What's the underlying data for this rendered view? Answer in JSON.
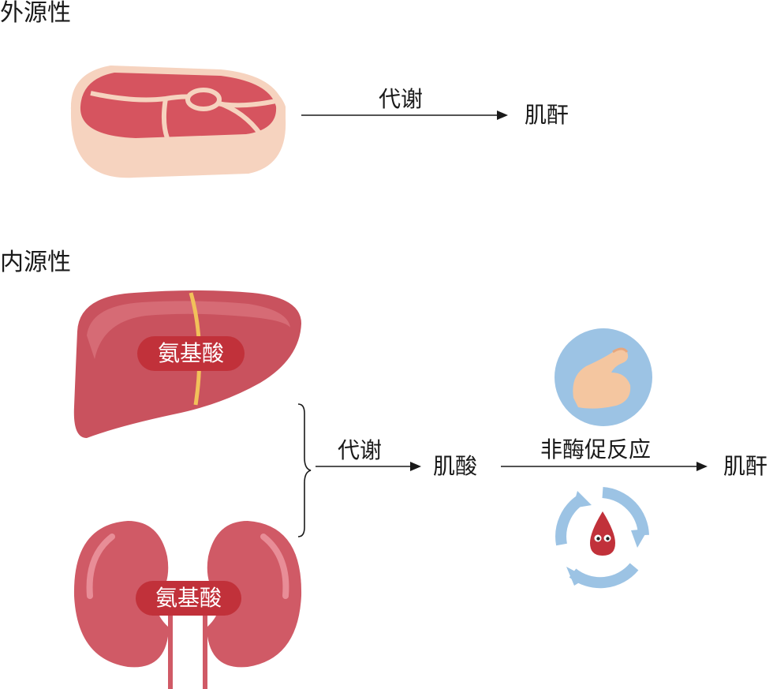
{
  "exogenous": {
    "title": "外源性",
    "meat_icon": "meat-steak-icon",
    "arrow_label": "代谢",
    "product": "肌酐"
  },
  "endogenous": {
    "title": "内源性",
    "liver": {
      "icon": "liver-icon",
      "badge": "氨基酸"
    },
    "kidney": {
      "icon": "kidney-icon",
      "badge": "氨基酸"
    },
    "arrow1_label": "代谢",
    "intermediate": "肌酸",
    "arrow2_label": "非酶促反应",
    "product": "肌酐",
    "muscle_icon": "flexed-arm-icon",
    "cycle_icon": "blood-drop-cycle-icon"
  },
  "colors": {
    "meat_red": "#d6545f",
    "fat": "#f6d3bf",
    "liver": "#c9525e",
    "kidney": "#d05a66",
    "badge": "#c1313a",
    "circle_blue": "#9cc3e4"
  }
}
